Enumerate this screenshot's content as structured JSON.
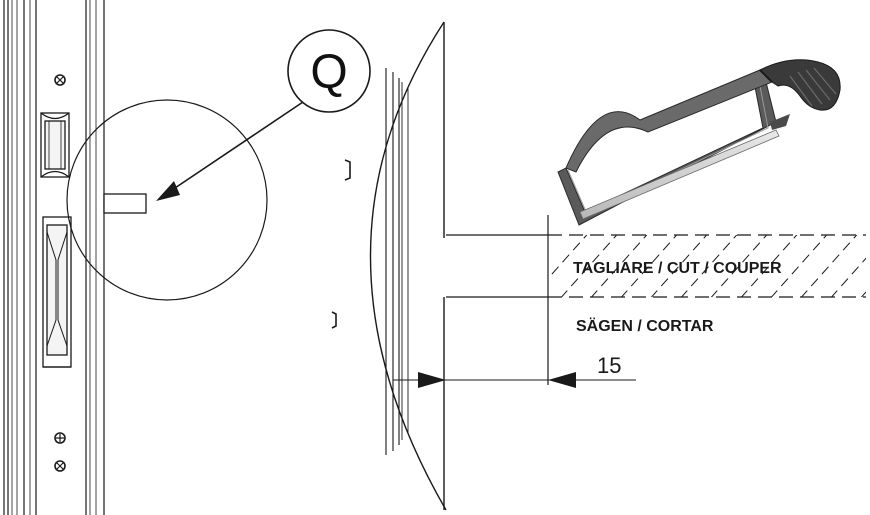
{
  "callout": {
    "letter": "Q"
  },
  "cut_instructions": {
    "line1": "TAGLIARE / CUT / COUPER",
    "line2": "SÄGEN / CORTAR"
  },
  "dimension": {
    "value": "15"
  },
  "icons": {
    "tool": "hacksaw-icon",
    "fastener": "screw-head-icon"
  },
  "colors": {
    "line": "#1a1a1a",
    "saw_frame": "#555555",
    "saw_grip": "#3a3a3a"
  }
}
